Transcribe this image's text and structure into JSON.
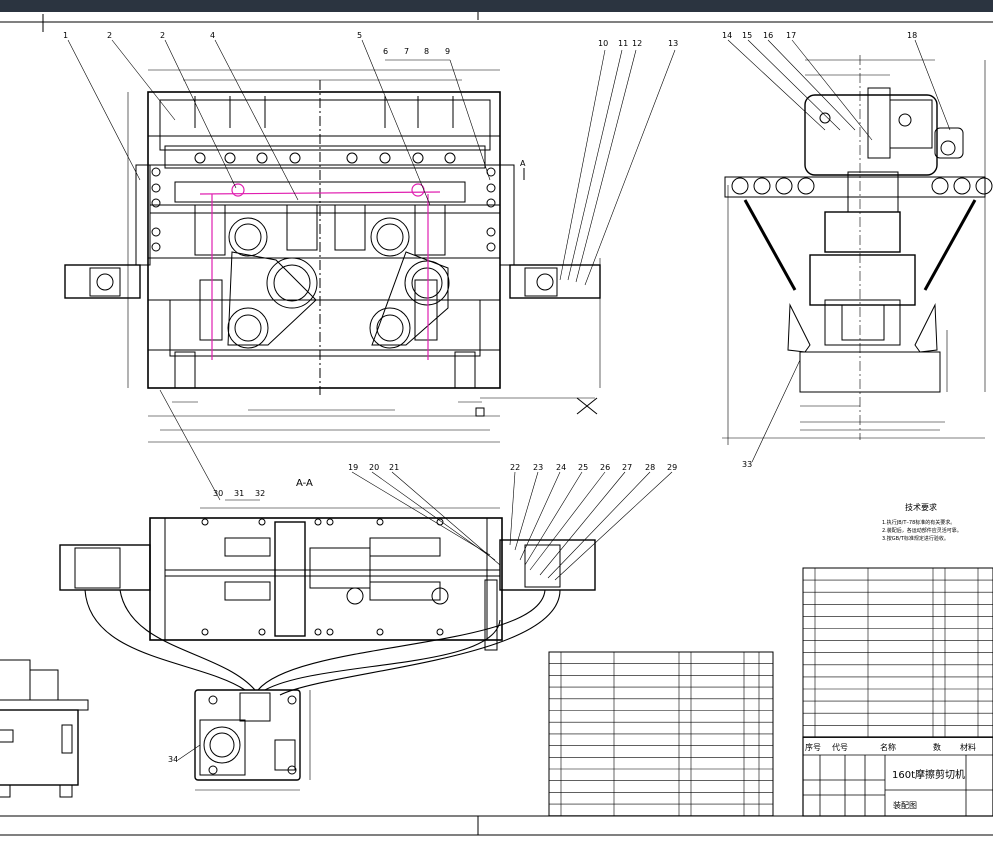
{
  "window": {
    "bar_color": "#2b3440"
  },
  "section_label": "A-A",
  "section_marker": "A",
  "balloons_top_left": [
    "1",
    "2",
    "2",
    "4",
    "5",
    "6",
    "7",
    "8",
    "9",
    "10",
    "11",
    "12",
    "13"
  ],
  "balloons_top_right": [
    "14",
    "15",
    "16",
    "17",
    "18"
  ],
  "balloons_bottom": [
    "19",
    "20",
    "21",
    "22",
    "23",
    "24",
    "25",
    "26",
    "27",
    "28",
    "29"
  ],
  "balloons_lower_left": [
    "30",
    "31",
    "32"
  ],
  "balloon_33": "33",
  "balloon_34": "34",
  "notes_title": "技术要求",
  "notes": [
    "1.执行JB/T–78标准的有关要求。",
    "2.装配后，各运动部件应灵活可靠。",
    "3.按GB/T标准规定进行验收。"
  ],
  "title_block": {
    "header_seq": "序号",
    "header_code": "代号",
    "header_name": "名称",
    "header_qty": "数",
    "header_material": "材料",
    "drawing_title": "160t摩擦剪切机",
    "drawing_sub": "装配图"
  },
  "colors": {
    "line": "#000000",
    "magenta": "#e01fb0",
    "frame": "#2b3440"
  }
}
